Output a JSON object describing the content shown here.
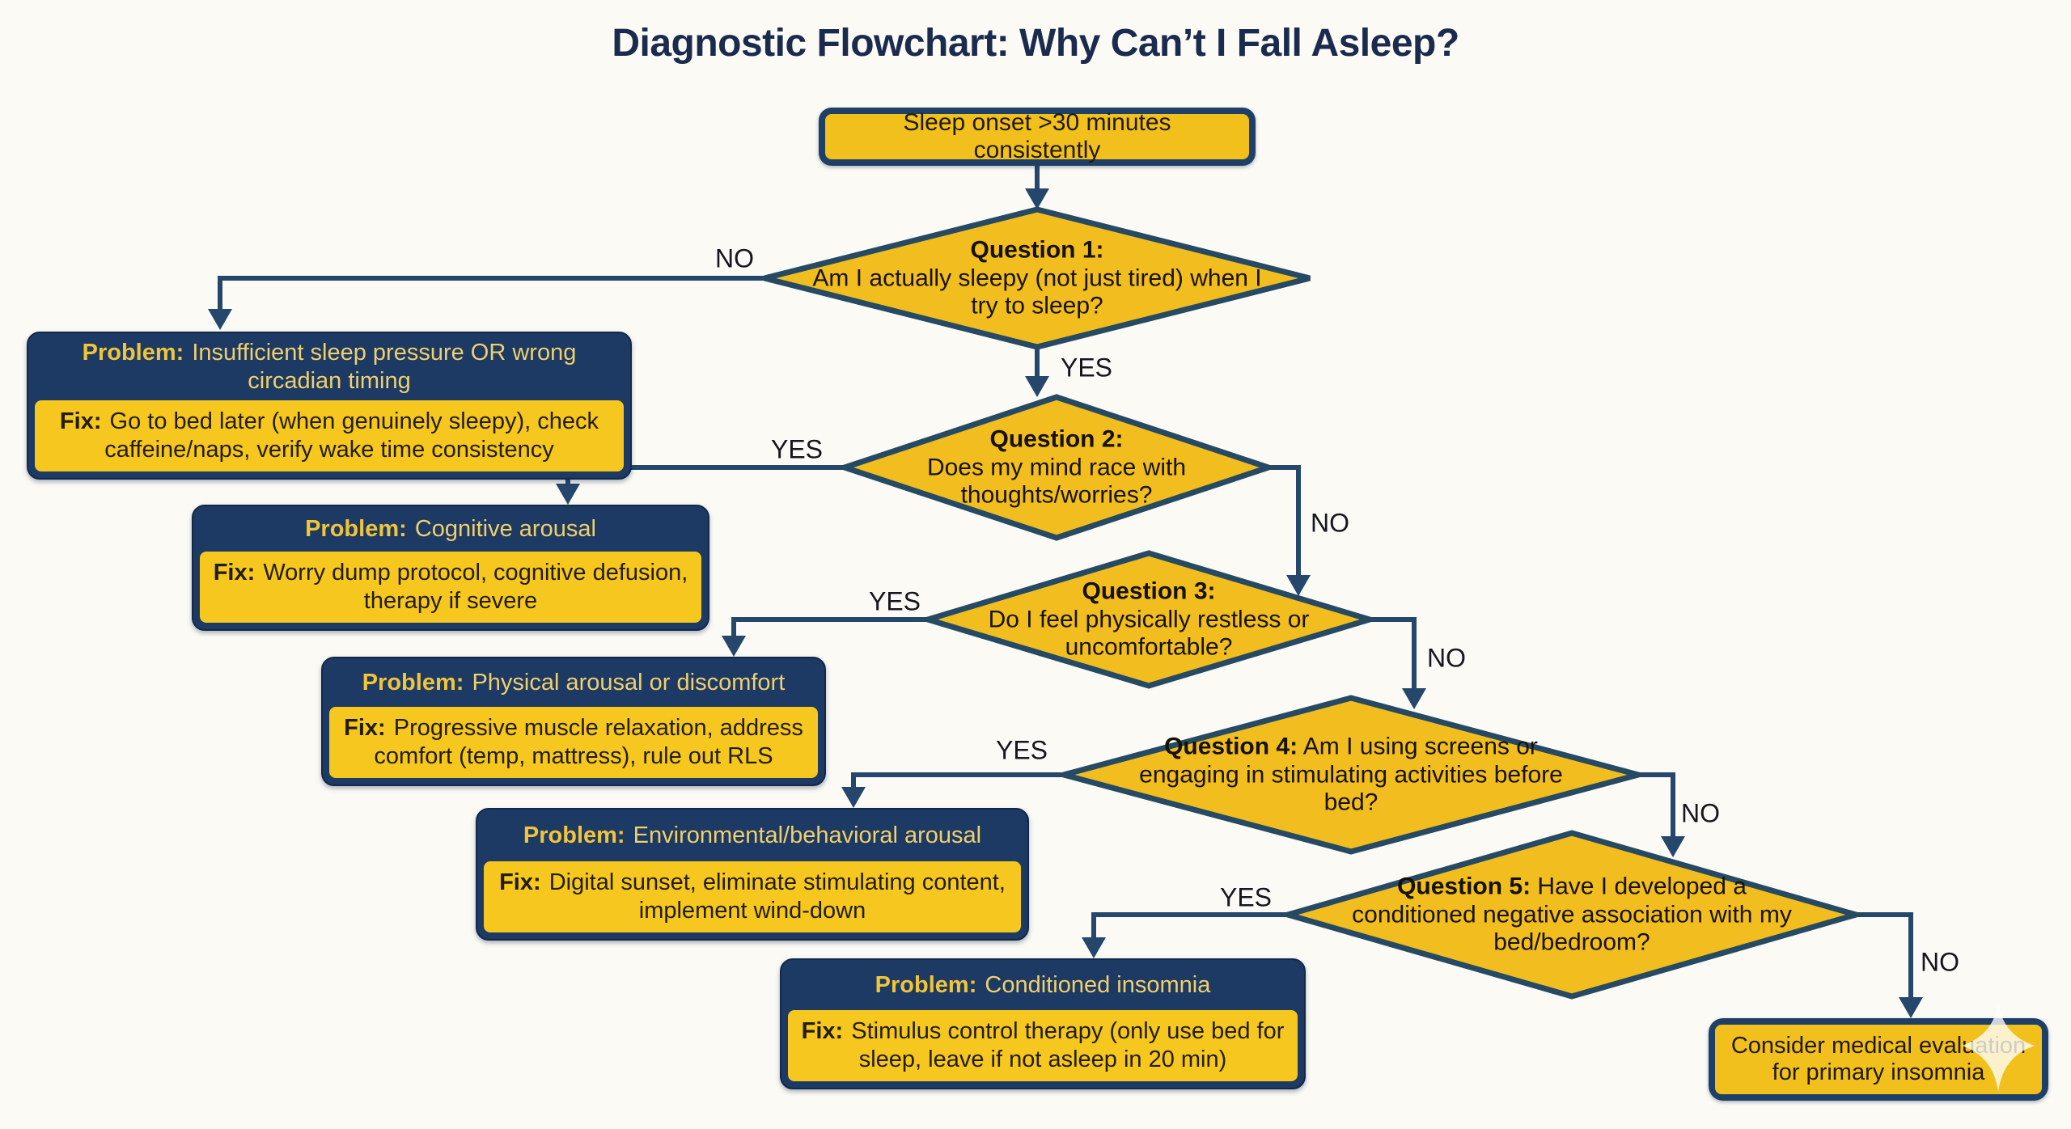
{
  "title": "Diagnostic Flowchart: Why Can’t I Fall Asleep?",
  "start": {
    "label": "Sleep onset >30 minutes consistently"
  },
  "questions": [
    {
      "heading": "Question 1:",
      "text": "Am I actually sleepy (not just tired) when I try to sleep?"
    },
    {
      "heading": "Question 2:",
      "text": "Does my mind race with thoughts/worries?"
    },
    {
      "heading": "Question 3:",
      "text": "Do I feel physically restless or uncomfortable?"
    },
    {
      "heading": "Question 4:",
      "text": "Am I using screens or engaging in stimulating activities before bed?"
    },
    {
      "heading": "Question 5:",
      "text": "Have I developed a conditioned negative association with my bed/bedroom?"
    }
  ],
  "labels": {
    "problem": "Problem:",
    "fix": "Fix:"
  },
  "problems": [
    {
      "problem": "Insufficient sleep pressure OR wrong circadian timing",
      "fix": "Go to bed later (when genuinely sleepy), check caffeine/naps, verify wake time consistency"
    },
    {
      "problem": "Cognitive arousal",
      "fix": "Worry dump protocol, cognitive defusion, therapy if severe"
    },
    {
      "problem": "Physical arousal or discomfort",
      "fix": "Progressive muscle relaxation, address comfort (temp, mattress), rule out RLS"
    },
    {
      "problem": "Environmental/behavioral arousal",
      "fix": "Digital sunset, eliminate stimulating content, implement wind-down"
    },
    {
      "problem": "Conditioned insomnia",
      "fix": "Stimulus control therapy (only use bed for sleep, leave if not asleep in 20 min)"
    }
  ],
  "final": {
    "label": "Consider medical evaluation for primary insomnia"
  },
  "edges": {
    "q1_no": "NO",
    "q1_yes": "YES",
    "q2_yes": "YES",
    "q2_no": "NO",
    "q3_yes": "YES",
    "q3_no": "NO",
    "q4_yes": "YES",
    "q4_no": "NO",
    "q5_yes": "YES",
    "q5_no": "NO"
  },
  "watermark_icon": "sparkle",
  "colors": {
    "background": "#fbfaf5",
    "navy_fill": "#1c3a63",
    "navy_line": "#24476b",
    "diamond_yellow": "#f1bd1f",
    "box_yellow": "#f6c71f",
    "problem_text_gold": "#f1cf6d",
    "title_navy": "#1b2b4e",
    "text_dark": "#1f1c10"
  }
}
